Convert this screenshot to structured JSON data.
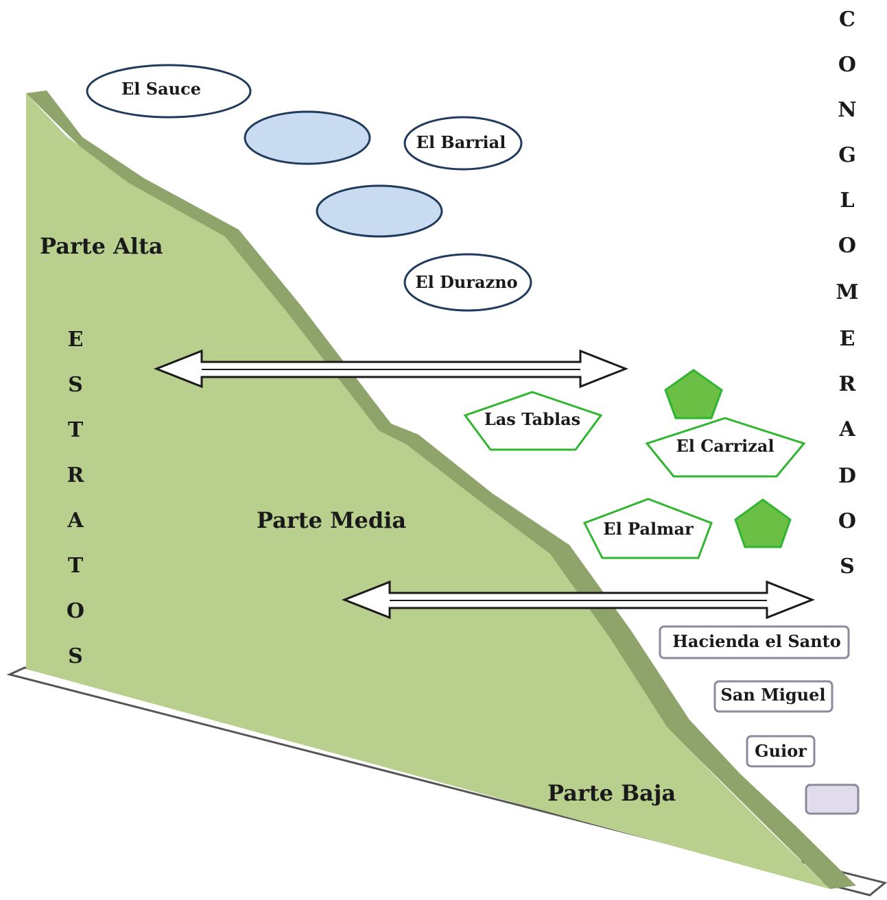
{
  "zones": {
    "alta": "Parte Alta",
    "media": "Parte Media",
    "baja": "Parte Baja"
  },
  "left_vertical": [
    "E",
    "S",
    "T",
    "R",
    "A",
    "T",
    "O",
    "S"
  ],
  "right_vertical": [
    "C",
    "O",
    "N",
    "G",
    "L",
    "O",
    "M",
    "E",
    "R",
    "A",
    "D",
    "O",
    "S"
  ],
  "ellipses": {
    "el_sauce": "El Sauce",
    "el_barrial": "El Barrial",
    "el_durazno": "El Durazno"
  },
  "pentagons": {
    "las_tablas": "Las Tablas",
    "el_carrizal": "El Carrizal",
    "el_palmar": "El Palmar"
  },
  "rectangles": {
    "hacienda": "Hacienda el Santo",
    "san_miguel": "San Miguel",
    "guior": "Guior"
  },
  "colors": {
    "slope_face": "#b8cf8e",
    "slope_edge": "#8ea46a",
    "ellipse_fill": "#c9dbf0",
    "ellipse_stroke": "#1f3a5c",
    "pentagon_stroke": "#2fb52f",
    "pentagon_fill": "#6cbf45",
    "rect_stroke": "#8a8a9a",
    "rect_fill": "#e0dceb"
  }
}
